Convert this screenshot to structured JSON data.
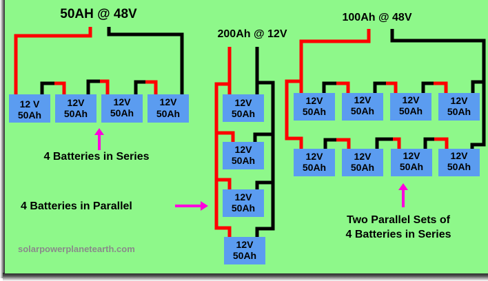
{
  "colors": {
    "background": "#8ef88a",
    "battery_fill": "#5b9cf0",
    "positive_wire": "#ff0000",
    "negative_wire": "#000000",
    "arrow": "#ff00dd",
    "watermark": "#8a8a8a"
  },
  "diagrams": {
    "series": {
      "title": "50AH @ 48V",
      "caption": "4 Batteries in Series",
      "batteries": [
        {
          "voltage": "12 V",
          "capacity": "50Ah"
        },
        {
          "voltage": "12V",
          "capacity": "50Ah"
        },
        {
          "voltage": "12V",
          "capacity": "50Ah"
        },
        {
          "voltage": "12V",
          "capacity": "50Ah"
        }
      ]
    },
    "parallel": {
      "title": "200Ah @ 12V",
      "caption": "4 Batteries in Parallel",
      "batteries": [
        {
          "voltage": "12V",
          "capacity": "50Ah"
        },
        {
          "voltage": "12V",
          "capacity": "50Ah"
        },
        {
          "voltage": "12V",
          "capacity": "50Ah"
        },
        {
          "voltage": "12V",
          "capacity": "50Ah"
        }
      ]
    },
    "series_parallel": {
      "title": "100Ah @ 48V",
      "caption_line1": "Two Parallel Sets of",
      "caption_line2": "4 Batteries in Series",
      "row1": [
        {
          "voltage": "12V",
          "capacity": "50Ah"
        },
        {
          "voltage": "12V",
          "capacity": "50Ah"
        },
        {
          "voltage": "12V",
          "capacity": "50Ah"
        },
        {
          "voltage": "12V",
          "capacity": "50Ah"
        }
      ],
      "row2": [
        {
          "voltage": "12V",
          "capacity": "50Ah"
        },
        {
          "voltage": "12V",
          "capacity": "50Ah"
        },
        {
          "voltage": "12V",
          "capacity": "50Ah"
        },
        {
          "voltage": "12V",
          "capacity": "50Ah"
        }
      ]
    }
  },
  "watermark": "solarpowerplanetearth.com"
}
